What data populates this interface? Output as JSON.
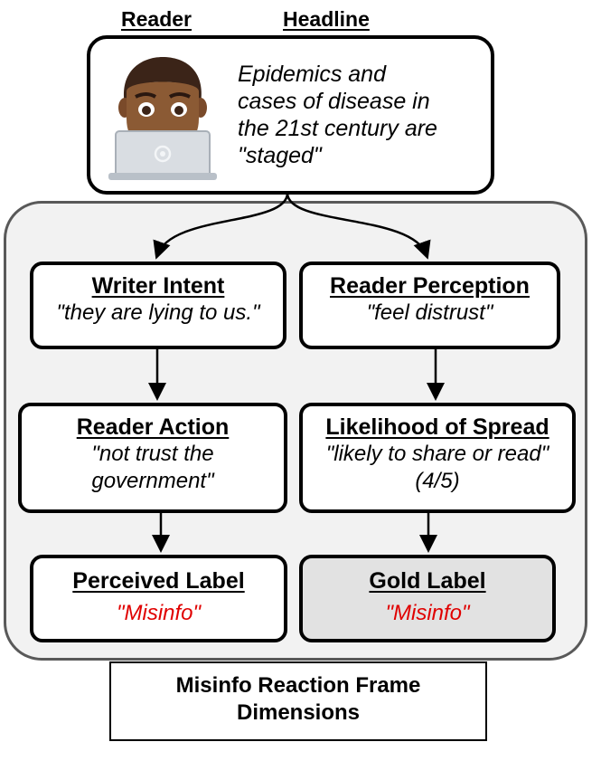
{
  "header": {
    "reader_label": "Reader",
    "headline_label": "Headline"
  },
  "headline": {
    "lines": [
      "Epidemics and",
      "cases of disease in",
      "the 21st century are",
      "\"staged\""
    ],
    "icon": "person-with-laptop-icon"
  },
  "boxes": {
    "writer_intent": {
      "title": "Writer Intent",
      "text": [
        "\"they are lying to us.\""
      ]
    },
    "reader_perception": {
      "title": "Reader Perception",
      "text": [
        "\"feel distrust\""
      ]
    },
    "reader_action": {
      "title": "Reader Action",
      "text": [
        "\"not trust the",
        "government\""
      ]
    },
    "likelihood_of_spread": {
      "title": "Likelihood of Spread",
      "text": [
        "\"likely to share or read\"",
        "(4/5)"
      ]
    },
    "perceived_label": {
      "title": "Perceived Label",
      "text": [
        "\"Misinfo\""
      ]
    },
    "gold_label": {
      "title": "Gold Label",
      "text": [
        "\"Misinfo\""
      ]
    }
  },
  "footer": {
    "lines": [
      "Misinfo Reaction Frame",
      "Dimensions"
    ]
  },
  "colors": {
    "label_red": "#e00000",
    "container_bg": "#f2f2f2",
    "container_border": "#595959",
    "gold_bg": "#e2e2e2"
  }
}
